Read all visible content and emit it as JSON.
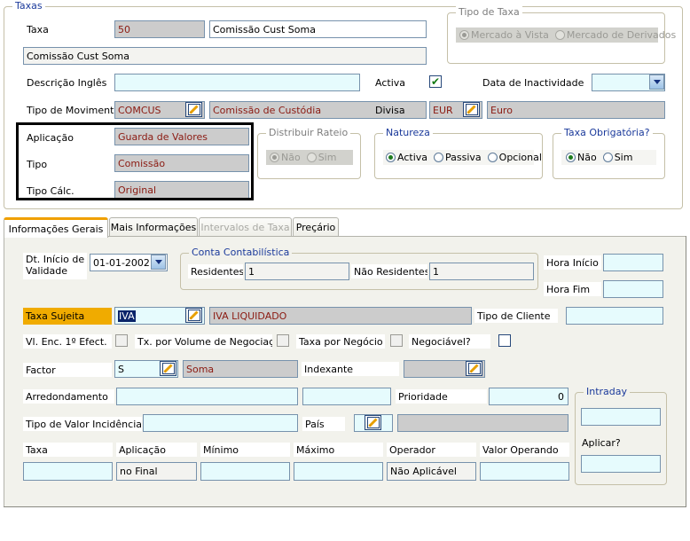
{
  "window": {
    "taxas_group_legend": "Taxas"
  },
  "taxas": {
    "taxa_label": "Taxa",
    "taxa_code": "50",
    "taxa_name": "Comissão Cust Soma",
    "descricao_full": "Comissão Cust Soma",
    "descricao_ingles_label": "Descrição Inglês",
    "descricao_ingles_value": "",
    "activa_label": "Activa",
    "activa_checked": "✔",
    "data_inactividade_label": "Data de Inactividade",
    "data_inactividade_value": "",
    "tipo_movimento_label": "Tipo de Movimento",
    "tipo_movimento_code": "COMCUS",
    "tipo_movimento_desc": "Comissão de Custódia",
    "divisa_label": "Divisa",
    "divisa_code": "EUR",
    "divisa_desc": "Euro"
  },
  "tipo_de_taxa": {
    "legend": "Tipo de Taxa",
    "options": [
      {
        "label": "Mercado à Vista",
        "selected": true
      },
      {
        "label": "Mercado de Derivados",
        "selected": false
      }
    ]
  },
  "aplicacao_box": {
    "aplicacao_label": "Aplicação",
    "aplicacao_value": "Guarda de Valores",
    "tipo_label": "Tipo",
    "tipo_value": "Comissão",
    "tipo_calc_label": "Tipo Cálc.",
    "tipo_calc_value": "Original"
  },
  "distribuir_rateio": {
    "legend": "Distribuir Rateio",
    "options": [
      {
        "label": "Não",
        "selected": true
      },
      {
        "label": "Sim",
        "selected": false
      }
    ]
  },
  "natureza": {
    "legend": "Natureza",
    "options": [
      {
        "label": "Activa",
        "selected": true
      },
      {
        "label": "Passiva",
        "selected": false
      },
      {
        "label": "Opcional",
        "selected": false
      }
    ]
  },
  "taxa_obrigatoria": {
    "legend": "Taxa Obrigatória?",
    "options": [
      {
        "label": "Não",
        "selected": true
      },
      {
        "label": "Sim",
        "selected": false
      }
    ]
  },
  "tabs": [
    {
      "label": "Informações Gerais",
      "active": true,
      "disabled": false
    },
    {
      "label": "Mais Informações",
      "active": false,
      "disabled": false
    },
    {
      "label": "Intervalos de Taxa",
      "active": false,
      "disabled": true
    },
    {
      "label": "Preçário",
      "active": false,
      "disabled": false
    }
  ],
  "general": {
    "dt_inicio_label": "Dt. Início de Validade",
    "dt_inicio_value": "01-01-2002",
    "conta_contabilistica_legend": "Conta Contabilística",
    "residentes_label": "Residentes",
    "residentes_value": "1",
    "nao_residentes_label": "Não Residentes",
    "nao_residentes_value": "1",
    "hora_inicio_label": "Hora Início",
    "hora_inicio_value": "",
    "hora_fim_label": "Hora Fim",
    "hora_fim_value": "",
    "taxa_sujeita_label": "Taxa Sujeita",
    "taxa_sujeita_code": "IVA",
    "taxa_sujeita_desc": "IVA LIQUIDADO",
    "tipo_cliente_label": "Tipo de Cliente",
    "tipo_cliente_value": "",
    "vl_enc_label": "Vl. Enc. 1º Efect.",
    "tx_volume_label": "Tx. por Volume de Negociação",
    "taxa_negocio_label": "Taxa por Negócio",
    "negociavel_label": "Negociável?",
    "factor_label": "Factor",
    "factor_code": "S",
    "factor_desc": "Soma",
    "indexante_label": "Indexante",
    "indexante_value": "",
    "arredondamento_label": "Arredondamento",
    "arredondamento_value": "",
    "arredondamento_value2": "",
    "prioridade_label": "Prioridade",
    "prioridade_value": "0",
    "tipo_valor_incidencia_label": "Tipo de Valor Incidência",
    "tipo_valor_incidencia_value": "",
    "pais_label": "País",
    "pais_code": "",
    "pais_desc": "",
    "intraday_legend": "Intraday",
    "intraday_value": "",
    "aplicar_label": "Aplicar?",
    "aplicar_value": ""
  },
  "grid": {
    "headers": [
      "Taxa",
      "Aplicação",
      "Mínimo",
      "Máximo",
      "Operador",
      "Valor Operando"
    ],
    "row": [
      "",
      "no Final",
      "",
      "",
      "Não Aplicável",
      ""
    ]
  },
  "colors": {
    "accent_orange": "#f0a000",
    "label_highlight": "#f0ab00",
    "legend_blue": "#1b3a9b",
    "readonly_text": "#8b1a11",
    "field_bg": "#e6fbfd",
    "readonly_bg": "#cccccc"
  }
}
